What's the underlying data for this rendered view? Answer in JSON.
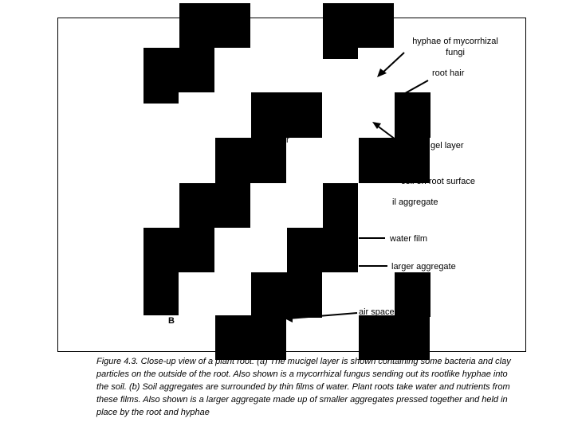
{
  "labels": {
    "hyphae": "hyphae of mycorrhizal fungi",
    "root_hair": "root hair",
    "fragment_r": "r",
    "mucigel": "gel layer",
    "cell": "cell on root surface",
    "soil_aggregate": "il aggregate",
    "water_film": "water film",
    "larger_aggregate": "larger aggregate",
    "air_space": "air space",
    "panel_b": "B"
  },
  "caption": "Figure 4.3. Close-up view of a plant root: (a) The mucigel layer is shown containing some bacteria and clay particles on the outside of the root. Also shown is a mycorrhizal fungus sending out its rootlike hyphae into the soil. (b) Soil aggregates are surrounded by thin films of water. Plant roots take water and nutrients from these films. Also shown is a larger aggregate made up of smaller aggregates pressed together and held in place by the root and hyphae",
  "colors": {
    "blocks": "#000000",
    "background": "#ffffff"
  }
}
